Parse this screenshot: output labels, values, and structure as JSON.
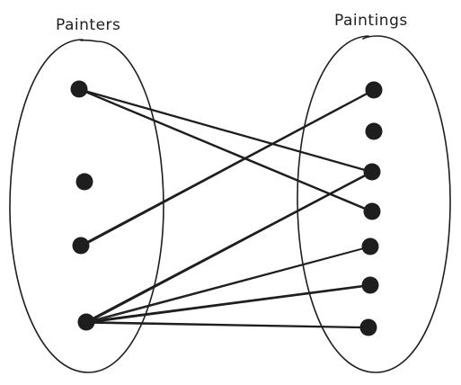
{
  "diagram": {
    "type": "mapping",
    "sets": {
      "painters": {
        "label": "Painters",
        "element_count": 4
      },
      "paintings": {
        "label": "Paintings",
        "element_count": 7
      }
    },
    "mappings": [
      {
        "painter": 1,
        "painting": 3
      },
      {
        "painter": 1,
        "painting": 4
      },
      {
        "painter": 3,
        "painting": 1
      },
      {
        "painter": 4,
        "painting": 3
      },
      {
        "painter": 4,
        "painting": 5
      },
      {
        "painter": 4,
        "painting": 6
      },
      {
        "painter": 4,
        "painting": 7
      }
    ],
    "colors": {
      "ink": "#1e1e1e",
      "background": "#ffffff"
    }
  }
}
